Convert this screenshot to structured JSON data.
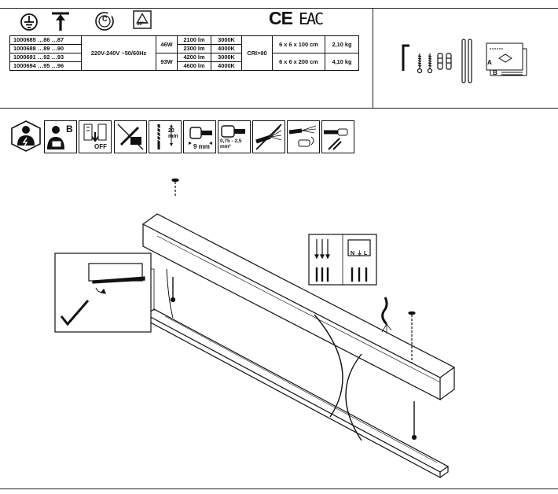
{
  "header_symbols": {
    "ce_mark": "CE",
    "eac_mark": "EAC",
    "class_letter": "C",
    "angle_label": "30°"
  },
  "spec_table": {
    "rows": [
      {
        "codes": "1000685 …86 …87",
        "lumen": "2100 lm",
        "cct": "3000K"
      },
      {
        "codes": "1000688 …89 …90",
        "lumen": "2300 lm",
        "cct": "4000K"
      },
      {
        "codes": "1000691 …92 …93",
        "lumen": "4200 lm",
        "cct": "3000K"
      },
      {
        "codes": "1000694 …95 …96",
        "lumen": "4600 lm",
        "cct": "4000K"
      }
    ],
    "voltage": "220V-240V ~50/60Hz",
    "power_1": "46W",
    "power_2": "93W",
    "cri": "CRI>90",
    "size_1": "6 x 6 x 100 cm",
    "size_2": "6 x 6 x 200 cm",
    "weight_1": "2,10 kg",
    "weight_2": "4,10 kg"
  },
  "kit_manual": {
    "label_a": "A",
    "label_b": "B"
  },
  "install_icons": {
    "electrician_letter": "B",
    "off_label": "OFF",
    "drill_depth": "20 mm",
    "strip_length": "9 mm",
    "wire_section": "0,75 - 2,5 mm²"
  },
  "terminal_detail": {
    "labels": [
      "N",
      "⏚",
      "L"
    ]
  }
}
